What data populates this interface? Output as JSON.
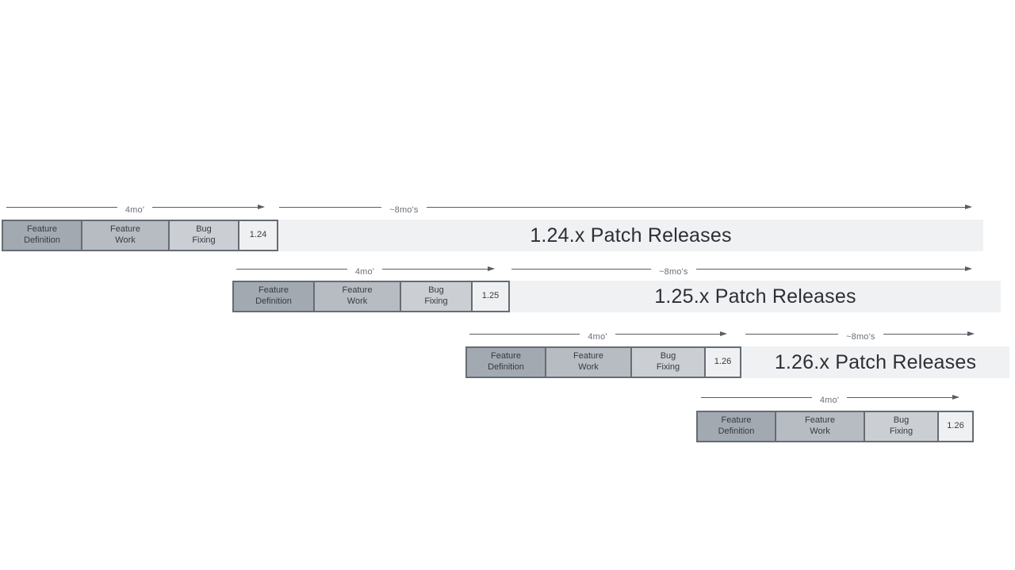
{
  "diagram": {
    "description": "Staggered release-cycle timeline with four overlapping release trains",
    "labels": {
      "feature_definition": [
        "Feature",
        "Definition"
      ],
      "feature_work": [
        "Feature",
        "Work"
      ],
      "bug_fixing": [
        "Bug",
        "Fixing"
      ]
    },
    "rows": [
      {
        "version": "1.24",
        "cycle_duration": "4mo'",
        "patch_duration": "~8mo's",
        "patch_releases": "1.24.x Patch Releases"
      },
      {
        "version": "1.25",
        "cycle_duration": "4mo'",
        "patch_duration": "~8mo's",
        "patch_releases": "1.25.x Patch Releases"
      },
      {
        "version": "1.26",
        "cycle_duration": "4mo'",
        "patch_duration": "~8mo's",
        "patch_releases": "1.26.x Patch Releases"
      },
      {
        "version": "1.26",
        "cycle_duration": "4mo'"
      }
    ],
    "colors": {
      "feature_definition_fill": "#a3a9b0",
      "feature_work_fill": "#b7bcc2",
      "bug_fixing_fill": "#cbcfd4",
      "version_box_fill": "#eef0f2",
      "patch_bar_fill": "#f0f1f3",
      "box_border": "#666c73",
      "arrow_line": "#585e65",
      "label_text": "#6a7076",
      "dark_text": "#2b3036",
      "background": "#ffffff"
    }
  }
}
